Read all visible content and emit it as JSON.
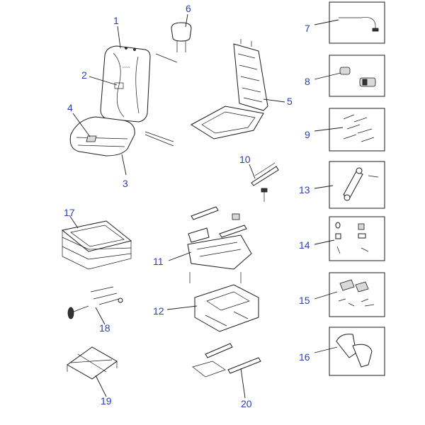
{
  "callouts": {
    "c1": "1",
    "c2": "2",
    "c3": "3",
    "c4": "4",
    "c5": "5",
    "c6": "6",
    "c7": "7",
    "c8": "8",
    "c9": "9",
    "c10": "10",
    "c11": "11",
    "c12": "12",
    "c13": "13",
    "c14": "14",
    "c15": "15",
    "c16": "16",
    "c17": "17",
    "c18": "18",
    "c19": "19",
    "c20": "20"
  },
  "colors": {
    "callout": "#2b3db5",
    "line": "#1a1a1a"
  }
}
